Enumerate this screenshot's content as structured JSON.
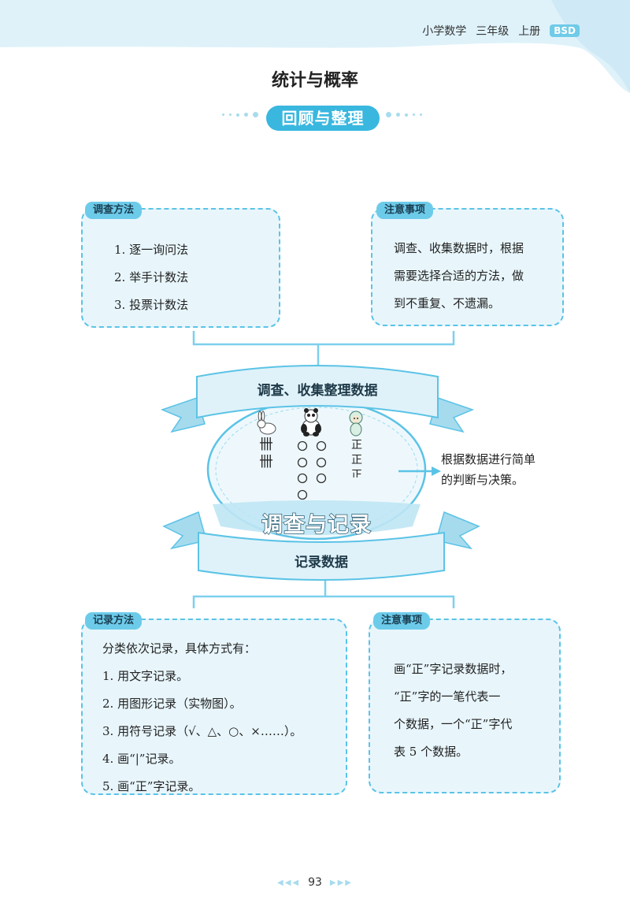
{
  "header": {
    "subject": "小学数学",
    "grade": "三年级",
    "volume": "上册",
    "edition_badge": "BSD"
  },
  "title": "统计与概率",
  "section_label": "回顾与整理",
  "survey_methods": {
    "tag": "调查方法",
    "items": [
      "1. 逐一询问法",
      "2. 举手计数法",
      "3. 投票计数法"
    ]
  },
  "note_top": {
    "tag": "注意事项",
    "lines": [
      "调查、收集数据时，根据",
      "需要选择合适的方法，做",
      "到不重复、不遗漏。"
    ]
  },
  "ribbon_top": "调查、收集整理数据",
  "center_title": "调查与记录",
  "ribbon_bottom": "记录数据",
  "tally_marks": {
    "rabbit": "卌",
    "monkey_lines": [
      "正",
      "正",
      "正"
    ]
  },
  "side_note": [
    "根据数据进行简单",
    "的判断与决策。"
  ],
  "record_methods": {
    "tag": "记录方法",
    "intro": "分类依次记录，具体方式有：",
    "items": [
      "1. 用文字记录。",
      "2. 用图形记录（实物图）。",
      "3. 用符号记录（√、△、○、×……）。",
      "4. 画“|”记录。",
      "5. 画“正”字记录。"
    ]
  },
  "note_bottom": {
    "tag": "注意事项",
    "lines": [
      "画“正”字记录数据时，",
      "“正”字的一笔代表一",
      "个数据，一个“正”字代",
      "表 5 个数据。"
    ]
  },
  "page_number": "93",
  "colors": {
    "accent": "#39b7df",
    "box_fill": "#e8f6fc",
    "border": "#5bc3e6"
  }
}
